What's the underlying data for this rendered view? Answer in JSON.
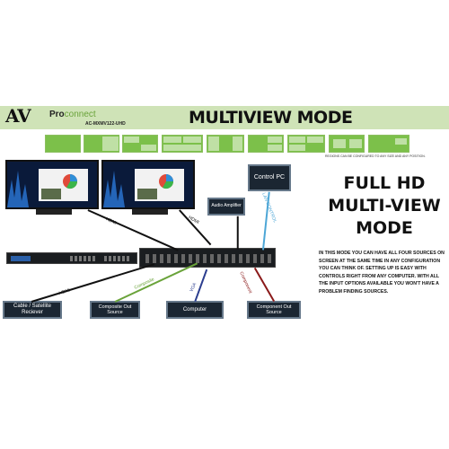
{
  "logo": {
    "av": "AV",
    "pro": "Pro",
    "connect": "connect"
  },
  "model": "AC-MXMV122-UHD",
  "title": "MULTIVIEW MODE",
  "layout_note": "REGIONS CAN BE CONFIGURED TO ANY SIZE AND ANY POSITION.",
  "cables": {
    "hdmi": "HDMI",
    "composite": "Composite",
    "vga": "VGA",
    "component": "Component",
    "lan": "LAN CONTROL"
  },
  "devices": {
    "control_pc": "Control PC",
    "audio_amp": "Audio Amplifier",
    "cable_sat": "Cable / Satellite Reciever",
    "composite_src": "Composite Out Source",
    "computer": "Computer",
    "component_src": "Component Out Source"
  },
  "full_title": [
    "FULL HD",
    "MULTI-VIEW",
    "MODE"
  ],
  "description": "In this mode you can have all four sources on screen at the same time in any configuration you can think of. Setting up is easy with controls right from any computer. With all the input options available you won't have a problem finding sources.",
  "colors": {
    "banner": "#cfe3b7",
    "thumb": "#7cc04a",
    "hdmi": "#111111",
    "composite": "#6aa33a",
    "vga": "#2c3e8f",
    "component": "#8b1a1a",
    "lan": "#4da6d6"
  }
}
